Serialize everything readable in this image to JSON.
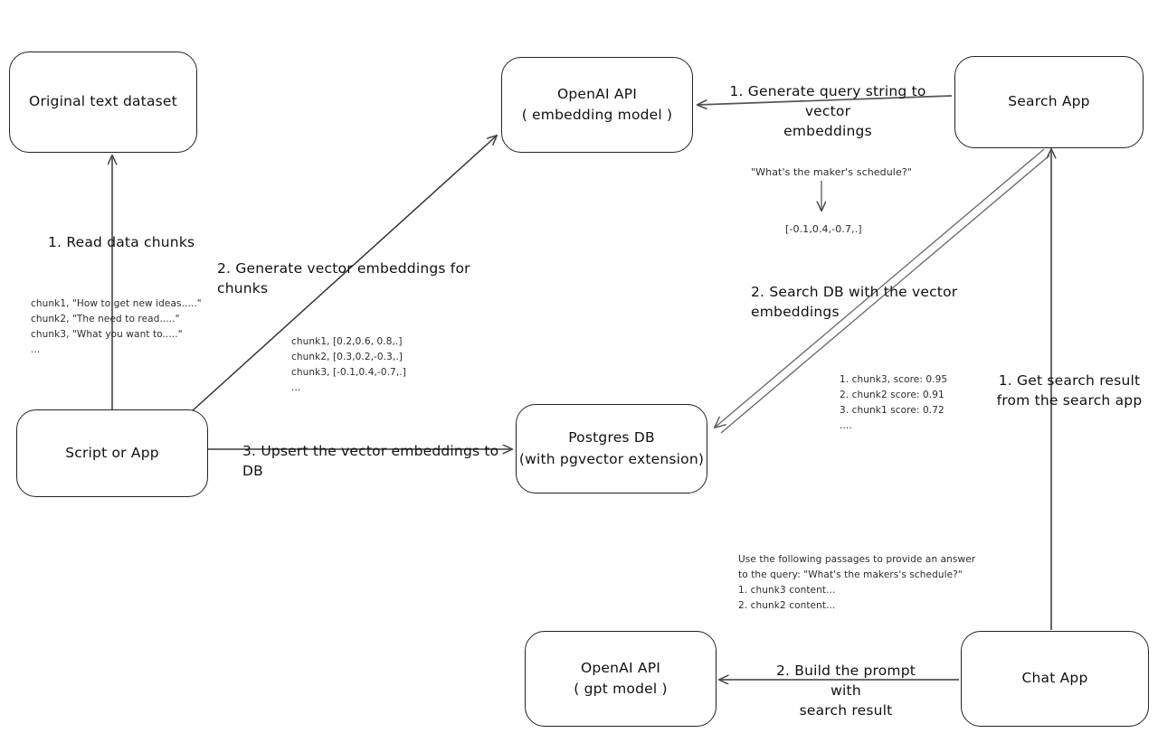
{
  "diagram": {
    "title": "RAG pipeline with OpenAI API, pgvector and Search/Chat apps",
    "stroke_color": "#222222",
    "text_color": "#111111",
    "note_color": "#2b2b2b",
    "background": "#ffffff"
  },
  "nodes": {
    "original_dataset": {
      "line1": "Original text dataset",
      "line2": ""
    },
    "script_or_app": {
      "line1": "Script or App",
      "line2": ""
    },
    "openai_embedding": {
      "line1": "OpenAI API",
      "line2": "( embedding model )"
    },
    "postgres_db": {
      "line1": "Postgres DB",
      "line2": "(with pgvector extension)"
    },
    "search_app": {
      "line1": "Search App",
      "line2": ""
    },
    "chat_app": {
      "line1": "Chat App",
      "line2": ""
    },
    "openai_gpt": {
      "line1": "OpenAI API",
      "line2": "( gpt model )"
    }
  },
  "edge_labels": {
    "read_data_chunks": "1. Read data chunks",
    "generate_vector_embeddings": "2. Generate vector embeddings for chunks",
    "upsert_embeddings": "3. Upsert the vector embeddings  to DB",
    "generate_query_embeddings": "1. Generate query string to vector\nembeddings",
    "search_db": "2. Search DB with the vector embeddings",
    "get_search_result": "1. Get search result\nfrom the search app",
    "build_prompt": "2. Build the prompt with\nsearch result"
  },
  "annotations": {
    "raw_chunks": "chunk1, \"How to get new ideas.....\"\nchunk2, \"The need to read.....\"\nchunk3, \"What you want to.....\"\n...",
    "chunk_vectors": "chunk1, [0.2,0.6, 0.8,.]\nchunk2, [0.3,0.2,-0.3,.]\nchunk3, [-0.1,0.4,-0.7,.]\n...",
    "query_string": "\"What's the maker's schedule?\"",
    "query_vector": "[-0.1,0.4,-0.7,.]",
    "search_scores": "1. chunk3, score: 0.95\n2. chunk2 score: 0.91\n3. chunk1 score: 0.72\n....",
    "prompt_text": "Use the following passages to provide an answer\nto the query: \"What's the makers's schedule?\"\n1. chunk3 content...\n2. chunk2 content..."
  }
}
